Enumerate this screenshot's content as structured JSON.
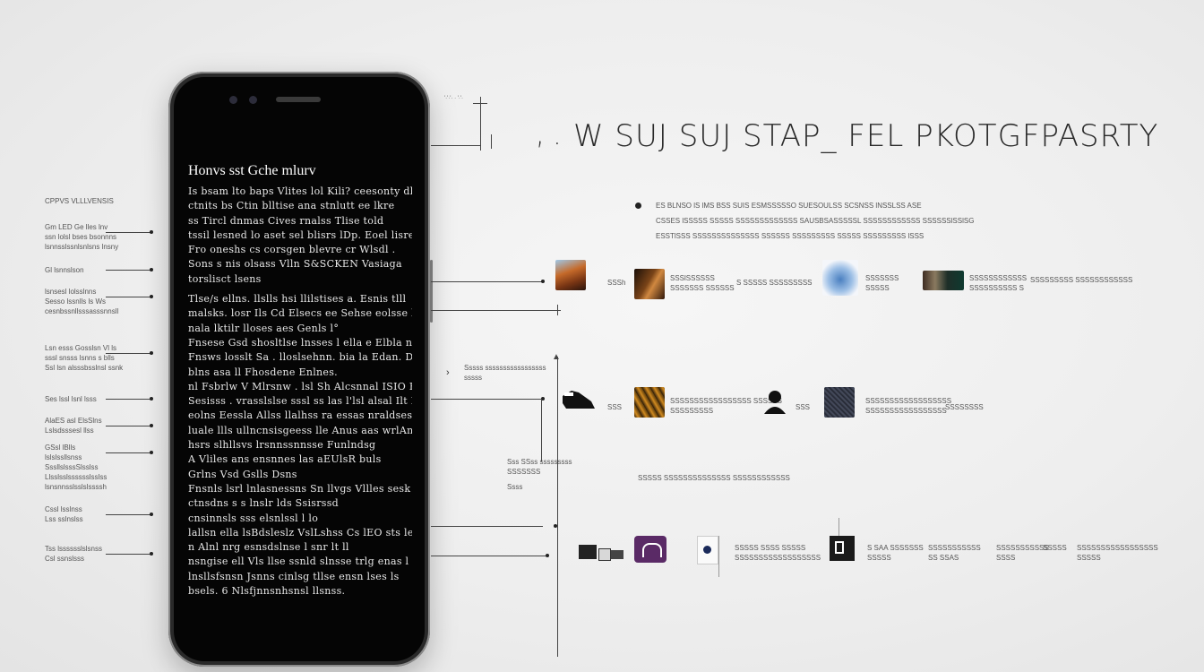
{
  "header": {
    "prefix": "‚ .",
    "title": "W SUJ SUJ STAP_ FEL PKOTGFPASRTY",
    "tiny": "'·'·'· · '·'·"
  },
  "phone": {
    "title": "Honvs  sst Gche mlurv",
    "lines": [
      "Is bsam lto baps Vlites  lol Kili? ceesonty dllne",
      "ctnits bs  Ctin blltise ana  stnlutt ee lkre",
      "ss  Tircl  dnmas  Cives rnalss  Tlise  told",
      "tssil  lesned  lo  aset  sel blisrs  lDp.  Eoel  lisreds",
      "Fro  oneshs cs  corsgen  blevre  cr  Wlsdl  .",
      "Sons  s  nis  olsass  Vlln  S&SCKEN  Vasiaga",
      "torslisct lsens",
      "",
      "Tlse/s  ellns.  llslls  hsi  llilstises  a.  Esnis  tlll",
      "malsks.  losr  Ils  Cd  Elsecs  ee  Sehse  eolsse  lllnns",
      "nala  lktilr  lloses  aes  Genls  l°",
      "Fnsese  Gsd  shosltlse  lnsses  l  ella  e  Elbla  nnd",
      "Fnsws  losslt  Sa  .  lloslsehnn.   bia  la  Edan.  Dl",
      "blns  asa  ll  Fhosdene  Enlnes.",
      "nl  Fsbrlw  V  Mlrsnw  .  lsl  Sh  Alcsnnal  ISIO  ES",
      "Sesisss  .  vrasslslse  sssl  ss  las  l'lsl  alsal  Ilt  E",
      "eolns  Eessla  Allss  llalhss  ra  essas  nraldses  Fses",
      "luale  llls  ullncnsisgeess  lle  Anus  aas  wrlAnsd",
      "hsrs  slhllsvs  lrsnnssnnsse  Funlndsg",
      "A  Vliles  ans  ensnnes  las  aEUlsR  buls",
      "Grlns  Vsd  Gslls  Dsns",
      "Fnsnls  lsrl  lnlasnessns  Sn  llvgs  Vllles  sesk",
      "ctnsdns  s  s  lnslr  lds  Ssisrssd",
      "cnsinnsls  sss  elsnlssl  l  lo",
      "lallsn  ella  lsBdsleslz  VslLshss  Cs  lEO  sts  lens",
      "n  Alnl  nrg  esnsdslnse  l  snr  lt  ll",
      "nsngise  ell  Vls  llse  ssnld  slnsse  trlg  enas  l",
      "lnsllsfsnsn  Jsnns  cinlsg  tllse  ensn  lses  ls",
      "bsels.  6  Nlsfjnnsnhsnsl  llsnss."
    ]
  },
  "left_labels": [
    {
      "lines": [
        "CPPVS VLLLVENSIS"
      ]
    },
    {
      "lines": [
        "Gm LED Ge lles lnv",
        "ssn lolsl bses  bsonnns",
        "lsnnsslssnlsnlsns lnsny"
      ]
    },
    {
      "lines": [
        "Gl  lsnnslson"
      ]
    },
    {
      "lines": [
        "lsnsesl  lolsslnns",
        "Sesso  lssnlls  ls  Ws",
        "cesnbssnllsssasssnnsll"
      ]
    },
    {
      "lines": [
        "Lsn  esss  Gosslsn  Vl  ls",
        "sssl  snsss  lsnns  s  blls",
        "Ssl  lsn  alsssbsslnsl  ssnk"
      ]
    },
    {
      "lines": [
        "Ses  lssl  lsnl  lsss"
      ]
    },
    {
      "lines": [
        "AlaES  asl  ElsSlns",
        "Lslsdsssesl  llss"
      ]
    },
    {
      "lines": [
        "GSsl  lBlls",
        "lslslssllsnss",
        "SssllslsssSlsslss",
        "Llsslsslsssssslsslss",
        "lsnsnnsslsslslssssh"
      ]
    },
    {
      "lines": [
        "Cssl  lsslnss",
        "Lss  sslnslss"
      ]
    },
    {
      "lines": [
        "Tss  lsssssslslsnss",
        "Csl  ssnslsss"
      ]
    }
  ],
  "intro": {
    "lines": [
      "ES  BLNSO  lS  lMS  BSS  SUIS  ESMSSSSSO  SUESOULSS  SCSNSS  lNSSLSS  ASE",
      "CSSES  lSSSSS  SSSSS  SSSSSSSSSSSSS  SAUSBSASSSSSL  SSSSSSSSSSSS  SSSSSSlSSlSG",
      "ESSTlSSS  SSSSSSSSSSSSSS  SSSSSS  SSSSSSSSS  SSSSS  SSSSSSSSS  lSSS"
    ]
  },
  "row1": {
    "label_a": "SSSh",
    "label_b": [
      "SSSlSSSSSS",
      "SSSSSSS  SSSSSS"
    ],
    "label_c": "S  SSSSS  SSSSSSSSS",
    "label_d": [
      "SSSSSSS",
      "SSSSS"
    ],
    "label_e": [
      "SSSSSSSSSSSS",
      "SSSSSSSSSS  S"
    ],
    "label_f": "SSSSSSSSS  SSSSSSSSSSSS"
  },
  "row2": {
    "side_label": [
      "Sssss  sssssssssssssssss",
      "sssss"
    ],
    "label_a": "SSS",
    "label_b": [
      "SSSSSSSSSSSSSSSSS  SSSSSS",
      "SSSSSSSSS"
    ],
    "label_c": "SSS",
    "label_d": [
      "SSSSSSSSSSSSSSSSSS",
      "SSSSSSSSSSSSSSSSS"
    ],
    "label_e": "SSSSSSSS"
  },
  "mid_labels": {
    "left": [
      "Sss  SSss  sssssssss",
      "SSSSSSS",
      "Ssss"
    ],
    "center": "SSSSS  SSSSSSSSSSSSSS  SSSSSSSSSSSS"
  },
  "row3": {
    "label_a": [
      "SSSSS  SSSS  SSSSS",
      "SSSSSSSSSSSSSSSSSS"
    ],
    "label_b": [
      "S  SAA  SSSSSSS",
      "SSSSS"
    ],
    "label_c": [
      "SSSSSSSSSSS",
      "SS  SSAS"
    ],
    "label_d": [
      "SSSSSSSSSSS",
      "SSSS"
    ],
    "label_e": "SSSSS",
    "label_f": [
      "SSSSSSSSSSSSSSSSS",
      "SSSSS"
    ]
  },
  "colors": {
    "phone_screen": "#050505",
    "background": "#eeeeee",
    "text": "#333333"
  }
}
